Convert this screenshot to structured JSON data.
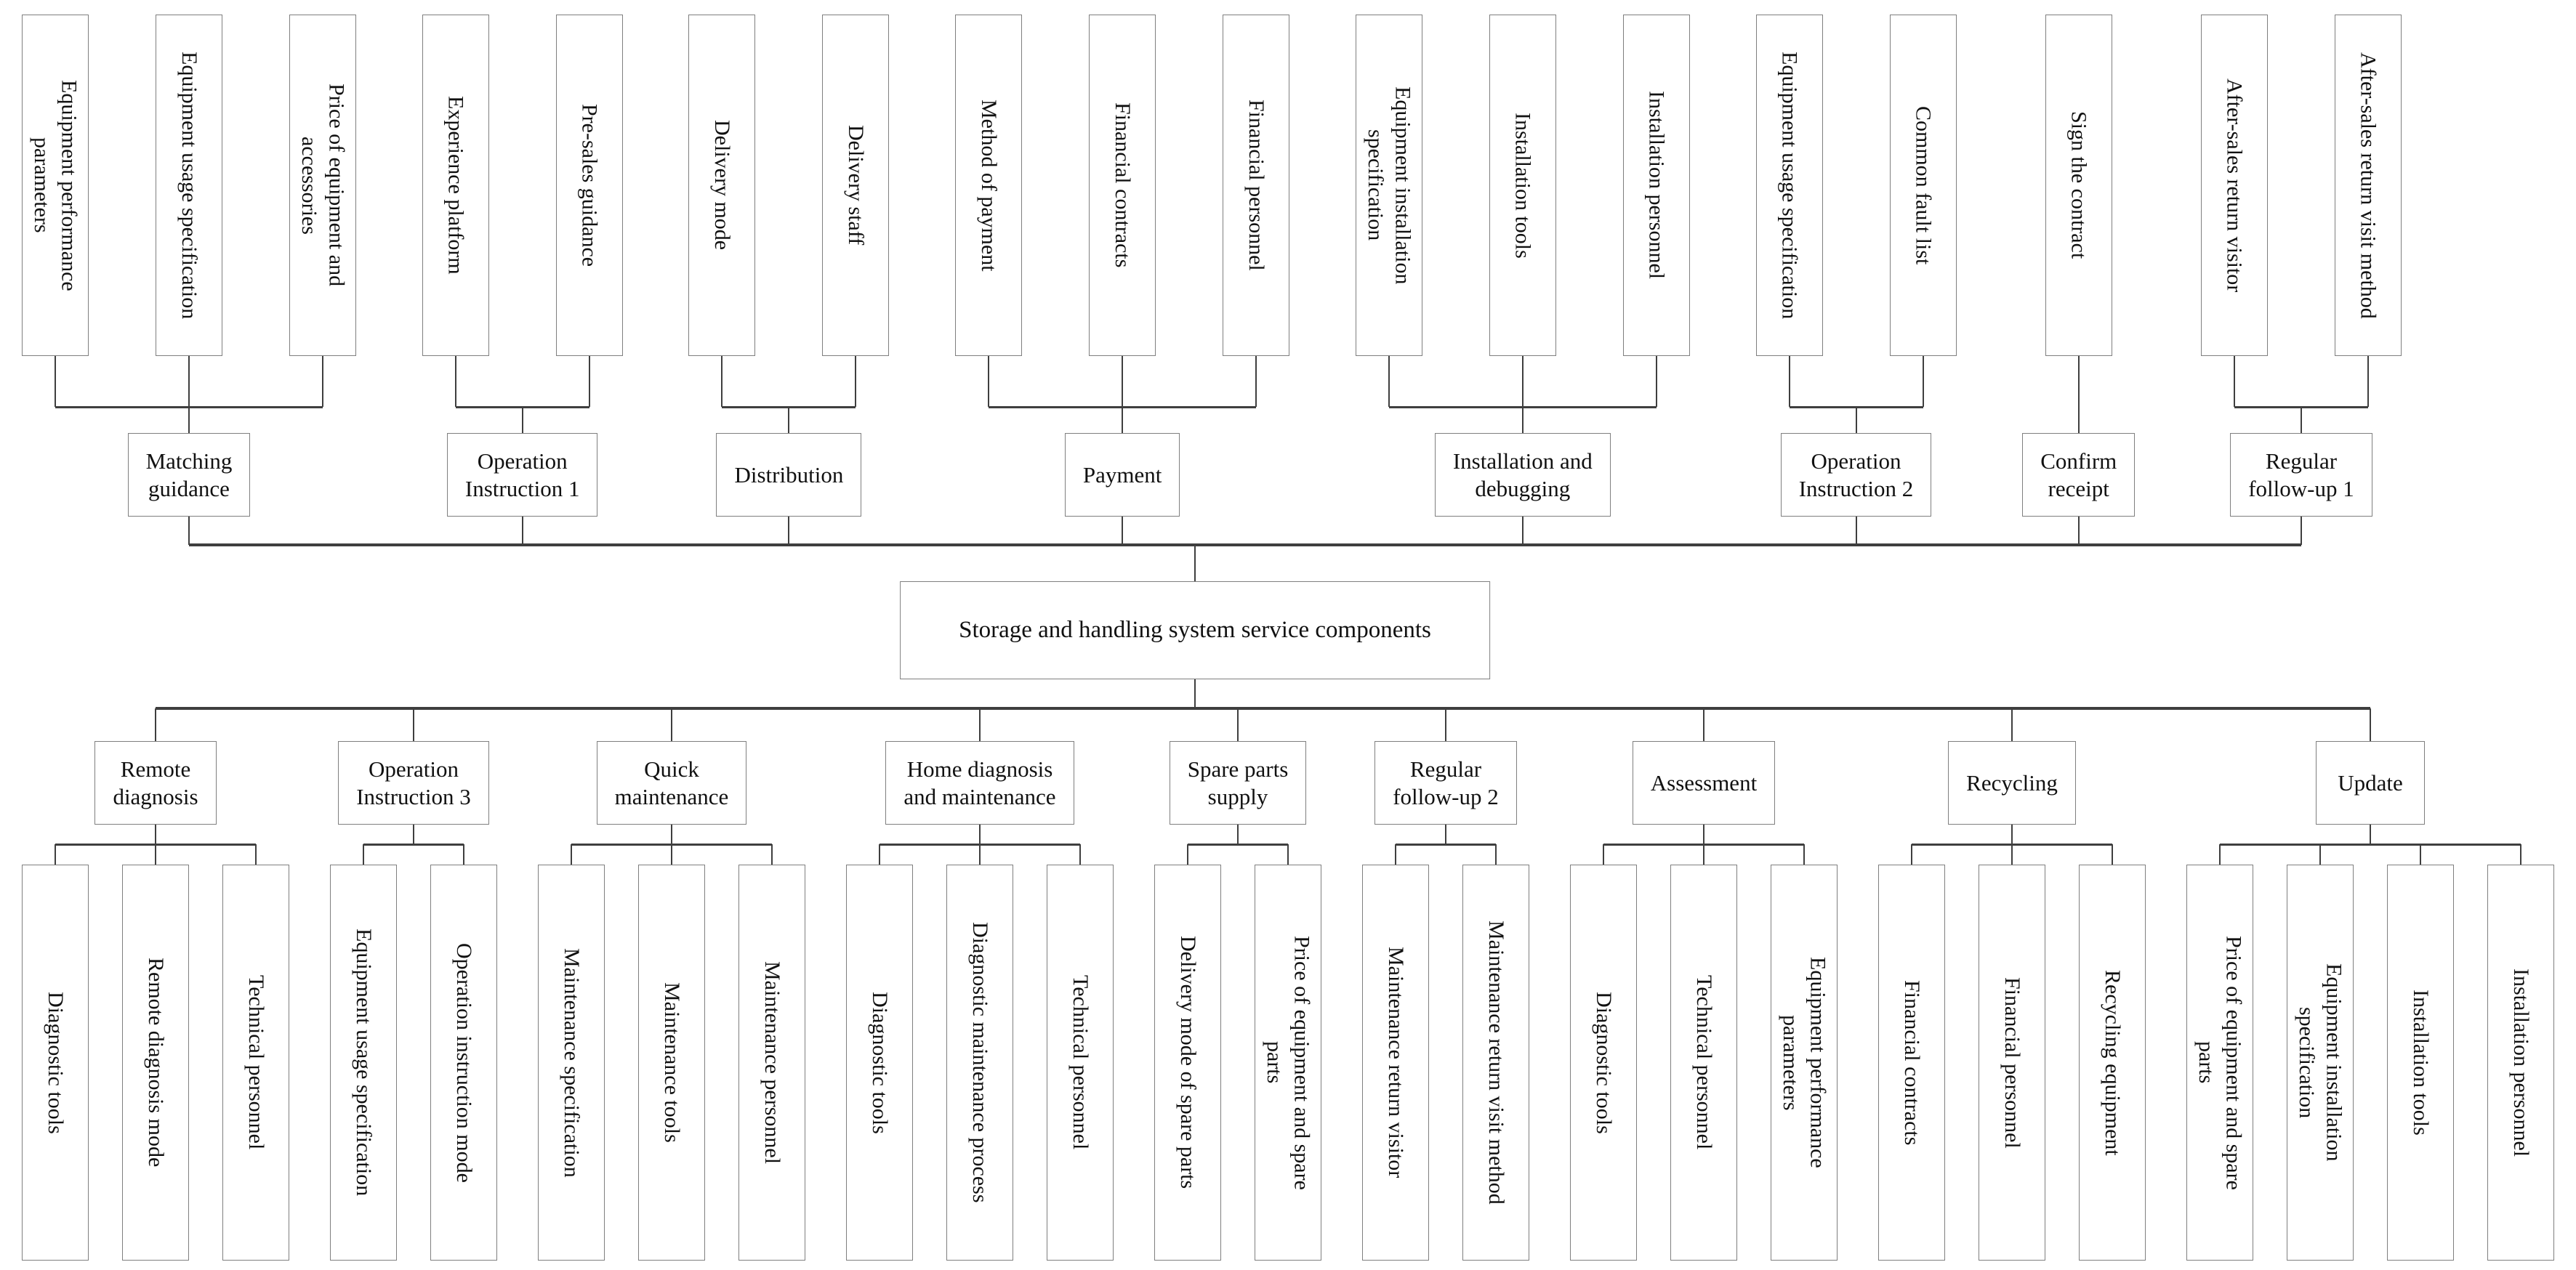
{
  "diagram": {
    "root_label": "Storage and handling system service components",
    "top_groups": [
      {
        "label": "Matching\nguidance",
        "children": [
          "Equipment performance parameters",
          "Equipment usage specification",
          "Price of equipment and accessories"
        ]
      },
      {
        "label": "Operation\nInstruction 1",
        "children": [
          "Experience platform",
          "Pre-sales guidance"
        ]
      },
      {
        "label": "Distribution",
        "children": [
          "Delivery mode",
          "Delivery staff"
        ]
      },
      {
        "label": "Payment",
        "children": [
          "Method of payment",
          "Financial contracts",
          "Financial personnel"
        ]
      },
      {
        "label": "Installation and\ndebugging",
        "children": [
          "Equipment installation specification",
          "Installation tools",
          "Installation personnel"
        ]
      },
      {
        "label": "Operation\nInstruction 2",
        "children": [
          "Equipment usage specification",
          "Common fault list"
        ]
      },
      {
        "label": "Confirm\nreceipt",
        "children": [
          "Sign the contract"
        ]
      },
      {
        "label": "Regular\nfollow-up 1",
        "children": [
          "After-sales return visitor",
          "After-sales return visit method"
        ]
      }
    ],
    "bottom_groups": [
      {
        "label": "Remote\ndiagnosis",
        "children": [
          "Diagnostic tools",
          "Remote diagnosis mode",
          "Technical personnel"
        ]
      },
      {
        "label": "Operation\nInstruction 3",
        "children": [
          "Equipment usage specification",
          "Operation instruction mode"
        ]
      },
      {
        "label": "Quick\nmaintenance",
        "children": [
          "Maintenance specification",
          "Maintenance tools",
          "Maintenance personnel"
        ]
      },
      {
        "label": "Home diagnosis\nand maintenance",
        "children": [
          "Diagnostic tools",
          "Diagnostic maintenance process",
          "Technical personnel"
        ]
      },
      {
        "label": "Spare parts\nsupply",
        "children": [
          "Delivery mode of spare parts",
          "Price of equipment and spare parts"
        ]
      },
      {
        "label": "Regular\nfollow-up 2",
        "children": [
          "Maintenance return visitor",
          "Maintenance return visit method"
        ]
      },
      {
        "label": "Assessment",
        "children": [
          "Diagnostic tools",
          "Technical personnel",
          "Equipment performance parameters"
        ]
      },
      {
        "label": "Recycling",
        "children": [
          "Financial contracts",
          "Financial personnel",
          "Recycling equipment"
        ]
      },
      {
        "label": "Update",
        "children": [
          "Price of equipment and spare parts",
          "Equipment installation specification",
          "Installation tools",
          "Installation personnel"
        ]
      }
    ],
    "colors": {
      "line": "#3f3f3f",
      "box_border": "#7f7f7f",
      "box_background": "#ffffff",
      "text": "#111111"
    }
  }
}
